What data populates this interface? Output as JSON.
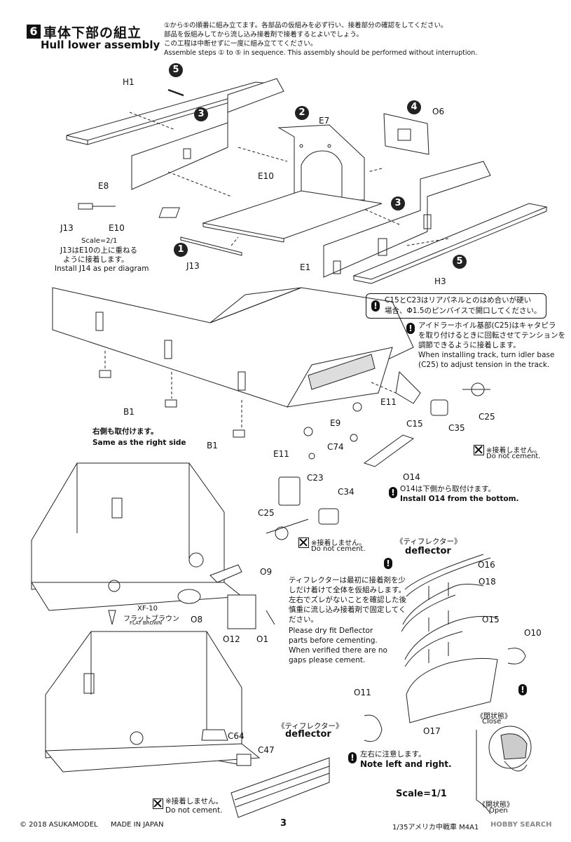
{
  "header": {
    "step_number": "6",
    "title_jp": "車体下部の組立",
    "title_en": "Hull lower assembly",
    "intro_lines": [
      "①から⑤の順番に組み立てます。各部品の仮組みを必ず行い、接着部分の確認をしてください。",
      "部品を仮組みしてから流し込み接着剤で接着するとよいでしょう。",
      "この工程は中断せずに一度に組み立ててください。",
      "Assemble steps ① to ⑤ in sequence. This assembly should be performed without interruption."
    ]
  },
  "step_numbers": [
    "1",
    "2",
    "3",
    "3",
    "4",
    "5",
    "5"
  ],
  "part_labels": {
    "h1": "H1",
    "e8": "E8",
    "e7": "E7",
    "e10": "E10",
    "o6": "O6",
    "e1": "E1",
    "h3": "H3",
    "j13": "J13",
    "j13b": "J13",
    "e10b": "E10",
    "b1a": "B1",
    "b1b": "B1",
    "e11a": "E11",
    "e11b": "E11",
    "e9": "E9",
    "c74": "C74",
    "c15": "C15",
    "c35": "C35",
    "c25a": "C25",
    "o14": "O14",
    "c23": "C23",
    "c34": "C34",
    "c25b": "C25",
    "o9": "O9",
    "o8": "O8",
    "o12": "O12",
    "o1": "O1",
    "o16": "O16",
    "o18": "O18",
    "o15": "O15",
    "o10": "O10",
    "o11": "O11",
    "o17": "O17",
    "c64": "C64",
    "c47": "C47"
  },
  "notes": {
    "scale_2_1": "Scale=2/1",
    "j13_jp_1": "J13はE10の上に重ねる",
    "j13_jp_2": "ように接着します。",
    "j14_en": "Install J14 as per diagram",
    "box_jp_1": "C15とC23はリアパネルとのはめ合いが硬い",
    "box_jp_2": "場合、Φ1.5のピンバイスで開口してください。",
    "idler_jp_1": "アイドラーホイル基部(C25)はキャタピラ",
    "idler_jp_2": "を取り付けるときに回転させてテンションを",
    "idler_jp_3": "調節できるように接着します。",
    "idler_en_1": "When installing track, turn idler base",
    "idler_en_2": "(C25) to adjust tension in the track.",
    "right_side_jp": "右側も取付けます。",
    "right_side_en": "Same as the right side",
    "no_cement_jp": "※接着しません。",
    "no_cement_en": "Do not cement.",
    "o14_jp": "O14は下側から取付けます。",
    "o14_en": "Install O14 from the bottom.",
    "deflector_jp": "《ティフレクター》",
    "deflector_en": "deflector",
    "deflector_note_jp_1": "ティフレクターは最初に接着剤を少",
    "deflector_note_jp_2": "しだけ着けて全体を仮組みします。",
    "deflector_note_jp_3": "左右でズレがないことを確認した後",
    "deflector_note_jp_4": "慎重に流し込み接着剤で固定してく",
    "deflector_note_jp_5": "ださい。",
    "deflector_note_en_1": "Please dry fit Deflector",
    "deflector_note_en_2": "parts before cementing.",
    "deflector_note_en_3": "When verified there are no",
    "deflector_note_en_4": "gaps please cement.",
    "paint_code": "XF-10",
    "paint_jp": "フラットブラウン",
    "paint_en": "FLAT BROWN",
    "lr_jp": "左右に注意します。",
    "lr_en": "Note left and right.",
    "close_jp": "《閉状態》",
    "close_en": "Close",
    "open_jp": "《開状態》",
    "open_en": "Open",
    "scale_1_1": "Scale=1/1"
  },
  "footer": {
    "copyright": "© 2018 ASUKAMODEL",
    "made_in": "MADE IN JAPAN",
    "page_number": "3",
    "product": "1/35アメリカ中戦車 M4A1",
    "watermark": "HOBBY SEARCH"
  },
  "colors": {
    "ink": "#111111",
    "line": "#222222",
    "paper": "#ffffff"
  }
}
